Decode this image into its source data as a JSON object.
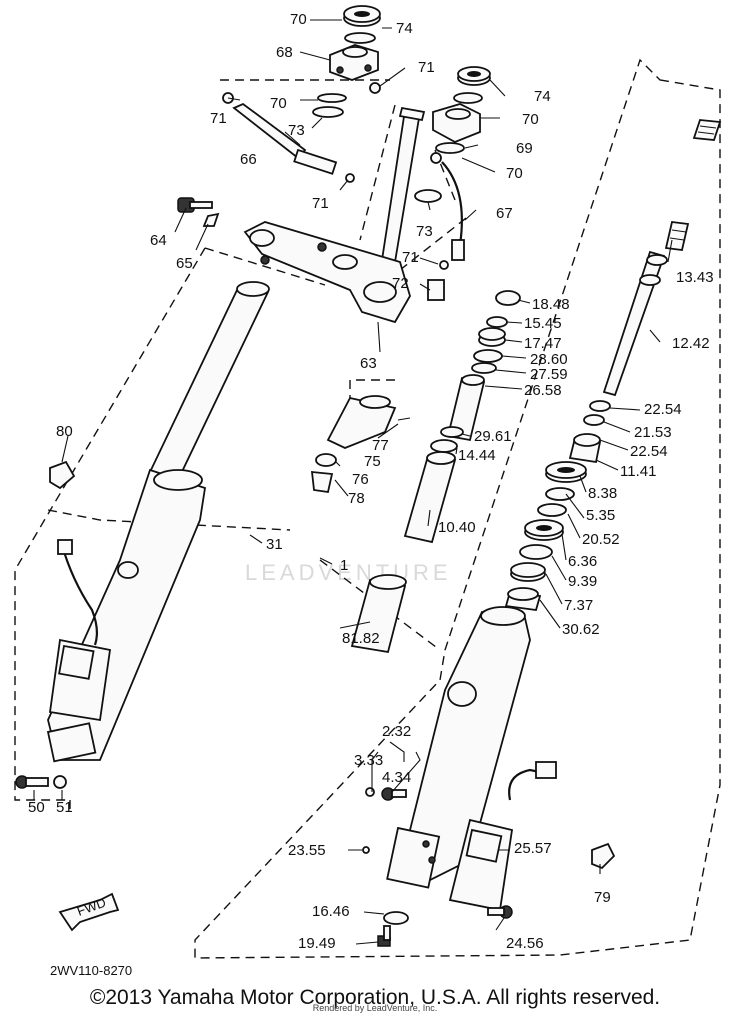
{
  "diagram": {
    "reference_code": "2WV110-8270",
    "watermark": "LEADVENTURE",
    "direction_badge": "FWD",
    "callouts": [
      "70",
      "74",
      "68",
      "71",
      "71",
      "70",
      "73",
      "74",
      "70",
      "69",
      "66",
      "70",
      "71",
      "73",
      "67",
      "64",
      "65",
      "71",
      "72",
      "13.43",
      "18.48",
      "15.45",
      "17.47",
      "28.60",
      "27.59",
      "26.58",
      "12.42",
      "63",
      "22.54",
      "21.53",
      "80",
      "77",
      "29.61",
      "22.54",
      "14.44",
      "75",
      "11.41",
      "76",
      "8.38",
      "78",
      "5.35",
      "10.40",
      "20.52",
      "31",
      "1",
      "6.36",
      "9.39",
      "7.37",
      "30.62",
      "81.82",
      "2.32",
      "3.33",
      "4.34",
      "50",
      "51",
      "23.55",
      "25.57",
      "79",
      "16.46",
      "24.56",
      "19.49"
    ]
  },
  "footer": {
    "copyright": "©2013 Yamaha Motor Corporation, U.S.A. All rights reserved.",
    "rendered_by": "Rendered by LeadVenture, Inc."
  }
}
